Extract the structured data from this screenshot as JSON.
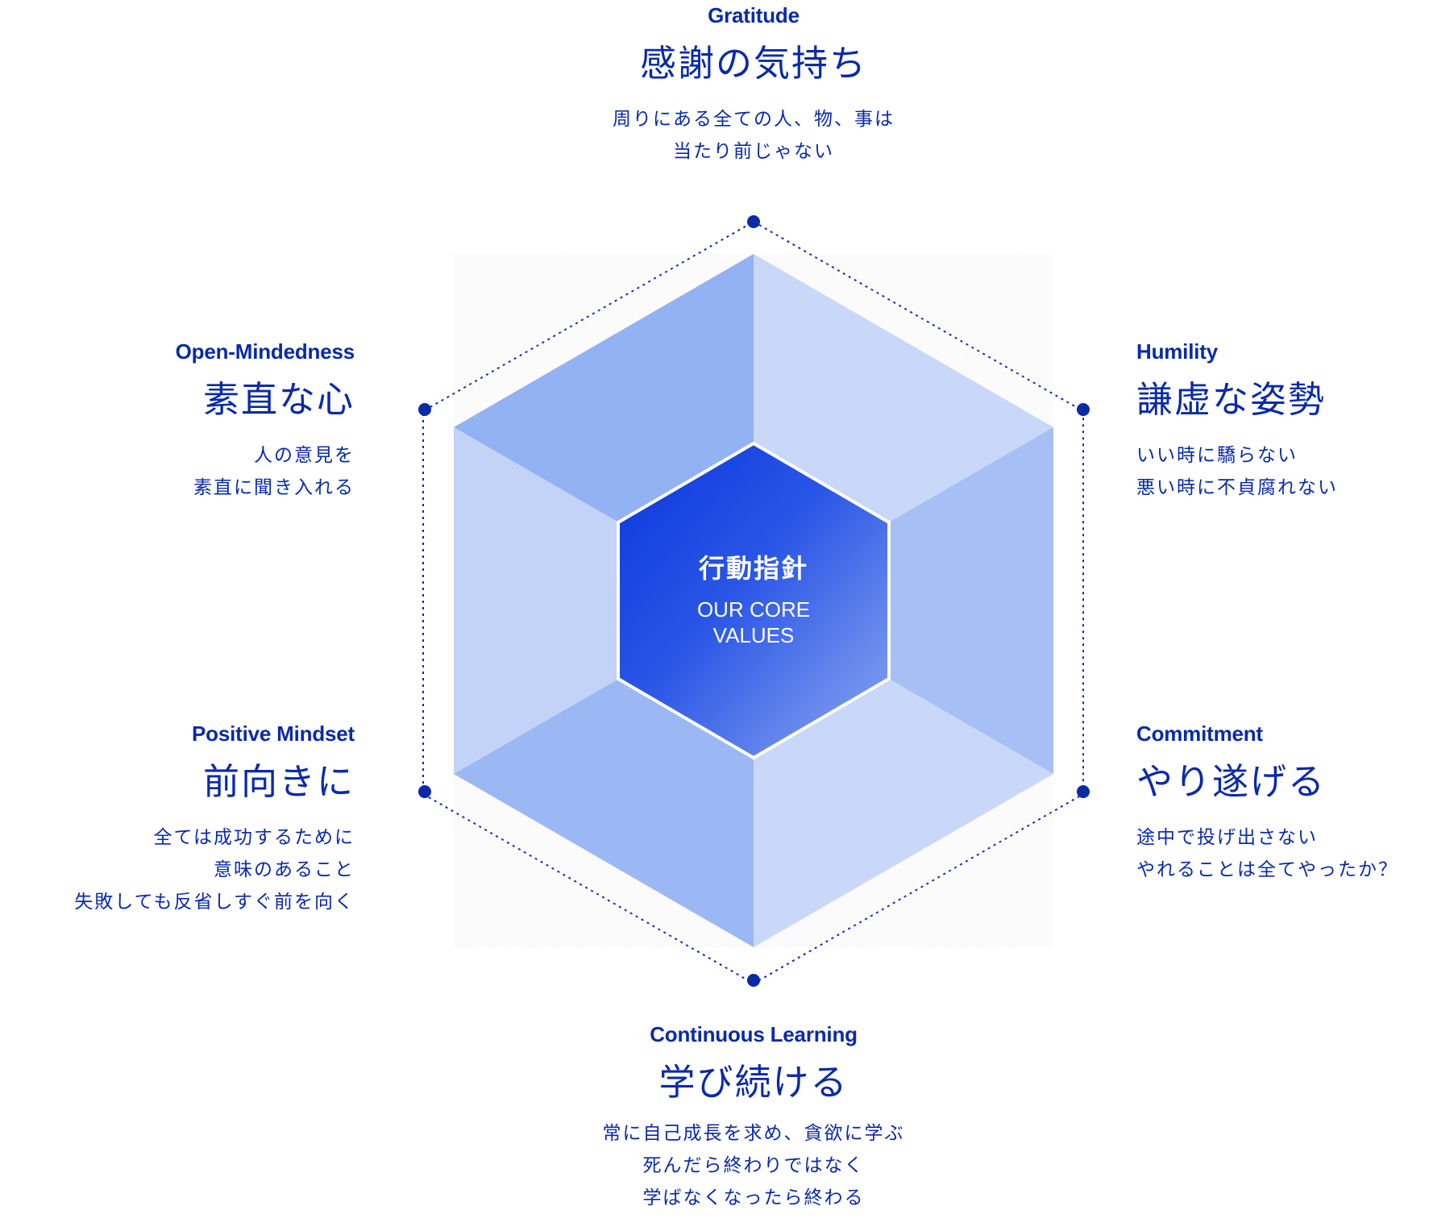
{
  "center": {
    "title_jp": "行動指針",
    "title_en_line1": "OUR CORE",
    "title_en_line2": "VALUES"
  },
  "values": {
    "gratitude": {
      "en": "Gratitude",
      "jp": "感謝の気持ち",
      "desc": [
        "周りにある全ての人、物、事は",
        "当たり前じゃない"
      ]
    },
    "open_mindedness": {
      "en": "Open-Mindedness",
      "jp": "素直な心",
      "desc": [
        "人の意見を",
        "素直に聞き入れる"
      ]
    },
    "humility": {
      "en": "Humility",
      "jp": "謙虚な姿勢",
      "desc": [
        "いい時に驕らない",
        "悪い時に不貞腐れない"
      ]
    },
    "positive_mindset": {
      "en": "Positive Mindset",
      "jp": "前向きに",
      "desc": [
        "全ては成功するために",
        "意味のあること",
        "失敗しても反省しすぐ前を向く"
      ]
    },
    "commitment": {
      "en": "Commitment",
      "jp": "やり遂げる",
      "desc": [
        "途中で投げ出さない",
        "やれることは全てやったか？"
      ]
    },
    "continuous_learning": {
      "en": "Continuous Learning",
      "jp": "学び続ける",
      "desc": [
        "常に自己成長を求め、貪欲に学ぶ",
        "死んだら終わりではなく",
        "学ばなくなったら終わる"
      ]
    }
  },
  "colors": {
    "text": "#0a2aa8",
    "dot": "#0a2aa8",
    "outer_light": "#c8d6f7",
    "outer_mid": "#a9c2f5",
    "outer_dark": "#90b1f2",
    "core_start": "#0c3ce0",
    "core_end": "#7e9cf0"
  }
}
